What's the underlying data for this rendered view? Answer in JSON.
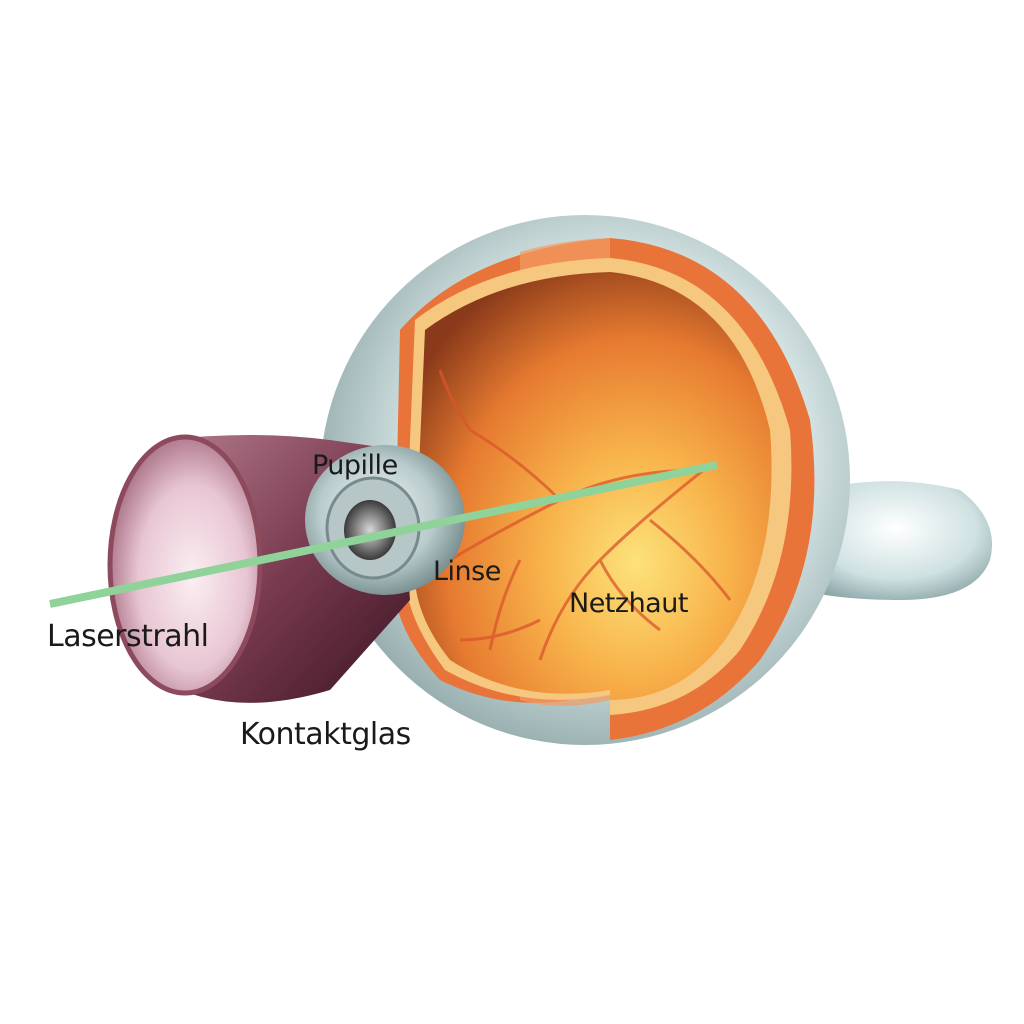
{
  "diagram": {
    "subject": "Laser treatment of the retina through a contact glass",
    "labels": {
      "pupille": "Pupille",
      "linse": "Linse",
      "netzhaut": "Netzhaut",
      "laserstrahl": "Laserstrahl",
      "kontaktglas": "Kontaktglas"
    },
    "colors": {
      "background": "#ffffff",
      "laser_beam": "#8fd29a",
      "contact_glass": "#8c4a5c",
      "contact_glass_inner": "#f1d8e2",
      "sclera": "#cfe0e0",
      "retina_outer_layer": "#e8763a",
      "retina_inner_layer": "#f6c77e",
      "fundus": "#f08a3a",
      "fundus_center": "#fbd66a",
      "vessels": "#d9562a",
      "label_text": "#1a1a1a"
    }
  }
}
